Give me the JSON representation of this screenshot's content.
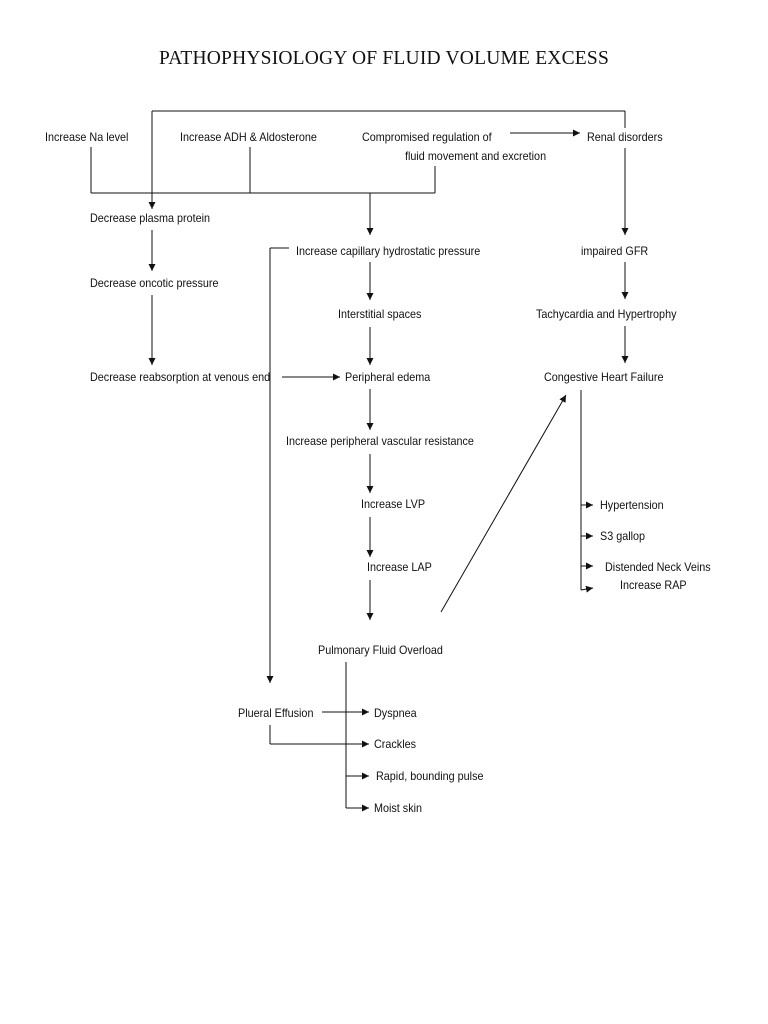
{
  "title": "PATHOPHYSIOLOGY OF FLUID VOLUME EXCESS",
  "nodes": {
    "increase_na": "Increase Na level",
    "increase_adh": "Increase ADH & Aldosterone",
    "compromised_1": "Compromised regulation of",
    "compromised_2": "fluid movement and excretion",
    "renal_disorders": "Renal disorders",
    "decrease_plasma_protein": "Decrease plasma protein",
    "increase_capillary": "Increase capillary hydrostatic pressure",
    "impaired_gfr": "impaired GFR",
    "decrease_oncotic": "Decrease oncotic pressure",
    "interstitial_spaces": "Interstitial spaces",
    "tachycardia": "Tachycardia and Hypertrophy",
    "decrease_reabsorption": "Decrease reabsorption at venous end",
    "peripheral_edema": "Peripheral edema",
    "chf": "Congestive Heart Failure",
    "increase_pvr": "Increase peripheral vascular resistance",
    "hypertension": "Hypertension",
    "increase_lvp": "Increase LVP",
    "s3_gallop": "S3 gallop",
    "increase_lap": "Increase LAP",
    "distended_neck_veins": "Distended Neck Veins",
    "increase_rap": "Increase RAP",
    "pulmonary_overload": "Pulmonary Fluid Overload",
    "pleural_effusion": "Plueral Effusion",
    "dyspnea": "Dyspnea",
    "crackles": "Crackles",
    "rapid_pulse": "Rapid, bounding pulse",
    "moist_skin": "Moist skin"
  }
}
